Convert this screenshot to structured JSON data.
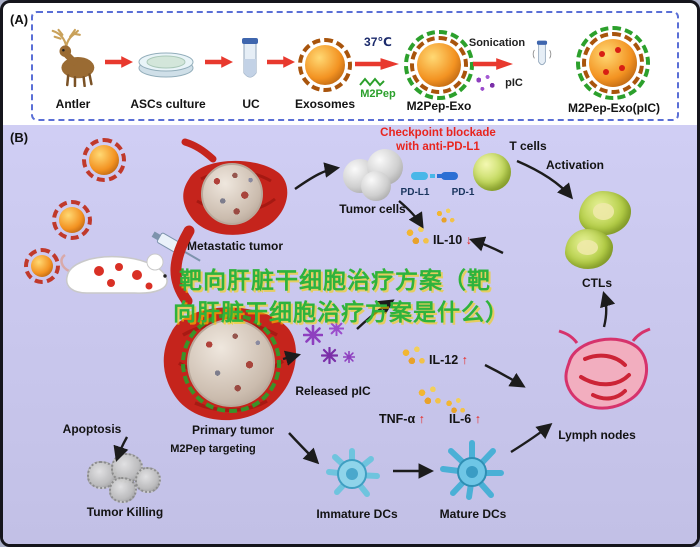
{
  "panelA": {
    "label": "(A)",
    "items": {
      "antler": "Antler",
      "ascs": "ASCs culture",
      "uc": "UC",
      "exosomes": "Exosomes",
      "m2pep_exo": "M2Pep-Exo",
      "m2pep_exo_pic": "M2Pep-Exo(pIC)"
    },
    "step4": {
      "top": "37℃",
      "bottom": "M2Pep"
    },
    "step5": {
      "top": "Sonication",
      "bottom": "pIC"
    }
  },
  "panelB": {
    "label": "(B)",
    "checkpoint_line1": "Checkpoint blockade",
    "checkpoint_line2": "with anti-PD-L1",
    "pdl1": "PD-L1",
    "pd1": "PD-1",
    "t_cells": "T cells",
    "activation": "Activation",
    "ctls": "CTLs",
    "tumor_cells": "Tumor cells",
    "metastatic_tumor": "Metastatic tumor",
    "primary_tumor": "Primary tumor",
    "m2pep_targeting": "M2Pep targeting",
    "apoptosis": "Apoptosis",
    "tumor_killing": "Tumor Killing",
    "released_pic": "Released pIC",
    "immature_dcs": "Immature DCs",
    "mature_dcs": "Mature DCs",
    "lymph_nodes": "Lymph nodes",
    "cytokines": {
      "il10": {
        "label": "IL-10",
        "arrow": "↓"
      },
      "il12": {
        "label": "IL-12",
        "arrow": "↑"
      },
      "tnfa": {
        "label": "TNF-α",
        "arrow": "↑"
      },
      "il6": {
        "label": "IL-6",
        "arrow": "↑"
      }
    },
    "watermark_line1": "靶向肝脏干细胞治疗方案（靶",
    "watermark_line2": "向肝脏干细胞治疗方案是什么）"
  },
  "icons": {
    "deer-icon": "brown deer with antlers",
    "petri-dish-icon": "culture dish",
    "tube-icon": "centrifuge tube",
    "exosome-icon": "orange spiky sphere",
    "virus-icon": "orange spiky particle",
    "mouse-icon": "white mouse with red spots",
    "syringe-icon": "injection syringe",
    "liver-icon": "red liver with tumor mass",
    "dc-cell-icon": "blue dendritic cell",
    "lymph-node-icon": "pink lymph node",
    "pic-star-icon": "purple pIC particle"
  },
  "colors": {
    "panelB_bg": "#c9c7ec",
    "arrow_red": "#e8392e",
    "checkpoint_red": "#e8251f",
    "watermark_green": "#2eb33c",
    "watermark_yellow": "#f8d000",
    "m2pep_green": "#2ca02c",
    "pic_purple": "#8e3fbf",
    "tumor_red": "#c5241c",
    "dc_blue": "#7ecfe8",
    "tcell_green": "#b6d34a"
  }
}
